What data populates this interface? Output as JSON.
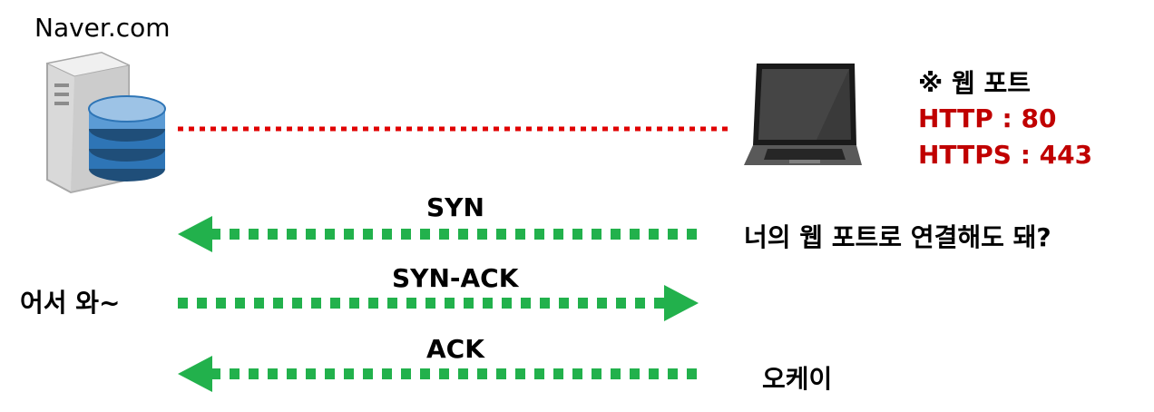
{
  "server": {
    "name": "Naver.com",
    "icon": "server-database-icon"
  },
  "client": {
    "icon": "laptop-icon"
  },
  "ports": {
    "title": "※ 웹 포트",
    "http": "HTTP : 80",
    "https": "HTTPS : 443",
    "accent_color": "#c00000"
  },
  "handshake": {
    "syn_label": "SYN",
    "synack_label": "SYN-ACK",
    "ack_label": "ACK",
    "arrow_color": "#22b14c",
    "connection_color": "#e00000"
  },
  "messages": {
    "client_request": "너의 웹 포트로 연결해도 돼?",
    "server_reply": "어서 와~",
    "client_ack": "오케이"
  }
}
